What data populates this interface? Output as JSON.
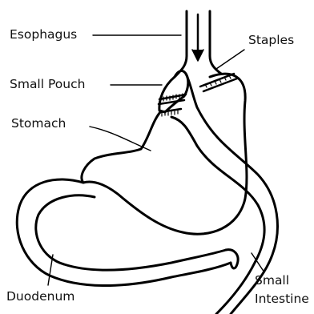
{
  "labels": {
    "esophagus": "Esophagus",
    "staples": "Staples",
    "small_pouch": "Small Pouch",
    "stomach": "Stomach",
    "duodenum": "Duodenum",
    "small_intestine_line1": "Small",
    "small_intestine_line2": "Intestine"
  }
}
